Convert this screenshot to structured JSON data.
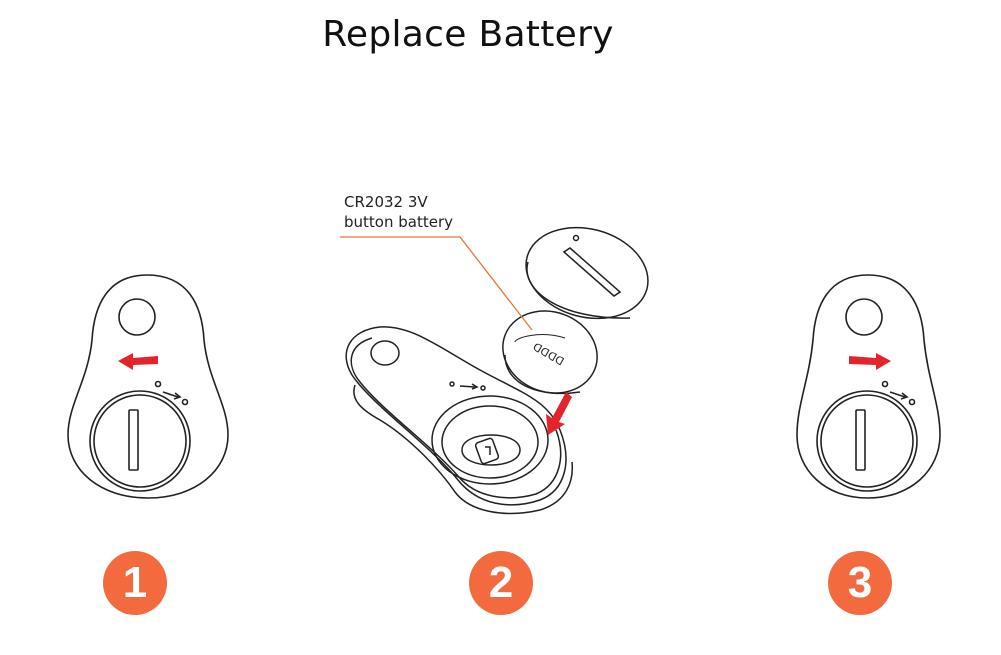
{
  "title": "Replace Battery",
  "callout": {
    "line1": "CR2032 3V",
    "line2": "button battery"
  },
  "steps": [
    {
      "number": "1",
      "arrow_direction": "left"
    },
    {
      "number": "2",
      "arrow_direction": "down"
    },
    {
      "number": "3",
      "arrow_direction": "right"
    }
  ],
  "colors": {
    "badge": "#F26A3D",
    "arrow": "#E3242B",
    "leader_line": "#E8733A",
    "outline": "#222222"
  },
  "icons": {
    "tracker_closed": "tracker-outline-icon",
    "tracker_open": "tracker-exploded-icon",
    "lock_arrow": "lock-arrow-icon",
    "battery": "coin-battery-icon"
  }
}
